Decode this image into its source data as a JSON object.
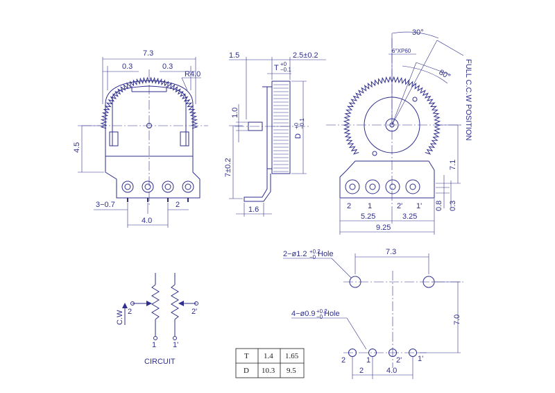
{
  "front_view": {
    "width_dim": "7.3",
    "left_offset": "0.3",
    "right_offset": "0.3",
    "radius": "R4.0",
    "height_dim": "4.5",
    "pin_pitch": "3−0.7",
    "pin_spacing": "2",
    "span": "4.0"
  },
  "side_view": {
    "shaft_len": "1.5",
    "thickness_label": "T",
    "thickness_tol_up": "+0",
    "thickness_tol_down": "−0.1",
    "depth": "2.5±0.2",
    "shaft_dia": "1.0",
    "height": "7±0.2",
    "diameter_label": "D",
    "diameter_tol": "+0\n−0.1",
    "foot": "1.6"
  },
  "rear_view": {
    "angle_top": "30°",
    "hole": "6°XP60",
    "angle_side": "80°",
    "position_note": "FULL C.C.W POSITION",
    "height": "7.1",
    "pins": [
      "2",
      "1",
      "2'",
      "1'"
    ],
    "dim_a": "5.25",
    "dim_b": "3.25",
    "total": "9.25",
    "dim_c": "0.8",
    "dim_d": "0.3"
  },
  "circuit": {
    "label": "CIRCUIT",
    "cw": "C.W",
    "left_wiper": "2",
    "right_wiper": "2'",
    "left_end": "1",
    "right_end": "1'"
  },
  "pcb_layout": {
    "hole_big": "2−ø1.2",
    "hole_big_tol": "+0.2\n−0",
    "hole_big_suffix": "Hole",
    "hole_small": "4−ø0.9",
    "hole_small_tol": "+0.2\n−0",
    "hole_small_suffix": "Hole",
    "width": "7.3",
    "height": "7.0",
    "pins": [
      "2",
      "1",
      "2'",
      "1'"
    ],
    "spacing": "2",
    "span": "4.0"
  },
  "table": {
    "rows": [
      {
        "key": "T",
        "v1": "1.4",
        "v2": "1.65"
      },
      {
        "key": "D",
        "v1": "10.3",
        "v2": "9.5"
      }
    ]
  }
}
